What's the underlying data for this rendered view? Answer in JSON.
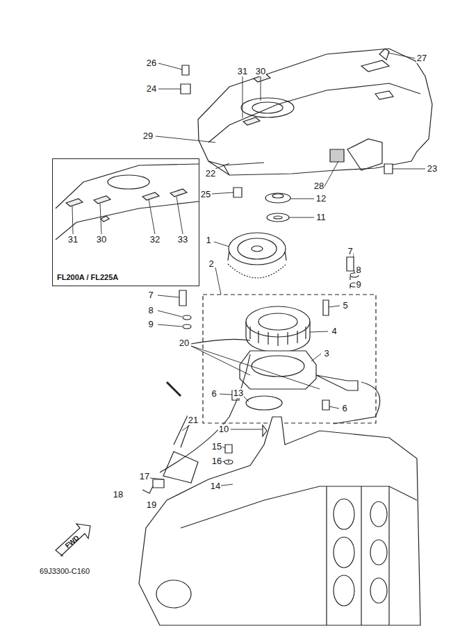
{
  "diagram": {
    "nodes": [
      {
        "text": [
          "FL200A / FL225A"
        ]
      }
    ],
    "edges": [],
    "labels": [
      "31",
      "30",
      "26",
      "27",
      "24",
      "29",
      "22",
      "23",
      "28",
      "25",
      "12",
      "11",
      "1",
      "7",
      "8",
      "9",
      "2",
      "7",
      "8",
      "9",
      "5",
      "4",
      "3",
      "31",
      "30",
      "32",
      "33",
      "20",
      "6",
      "13",
      "6",
      "10",
      "21",
      "15",
      "16",
      "14",
      "17",
      "19",
      "18",
      "FWD",
      "69J3300-C160"
    ]
  }
}
